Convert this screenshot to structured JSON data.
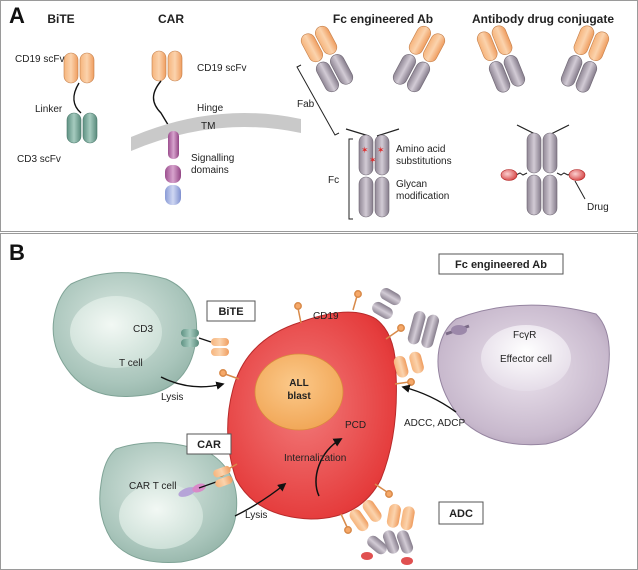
{
  "panelA": {
    "letter": "A",
    "titles": {
      "bite": "BiTE",
      "car": "CAR",
      "fc": "Fc engineered Ab",
      "adc": "Antibody drug conjugate"
    },
    "labels": {
      "cd19_scfv_bite": "CD19 scFv",
      "linker": "Linker",
      "cd3_scfv": "CD3 scFv",
      "cd19_scfv_car": "CD19 scFv",
      "hinge": "Hinge",
      "tm": "TM",
      "signalling_1": "Signalling",
      "signalling_2": "domains",
      "fab": "Fab",
      "fc": "Fc",
      "amino_1": "Amino acid",
      "amino_2": "substitutions",
      "glycan_1": "Glycan",
      "glycan_2": "modification",
      "drug": "Drug"
    }
  },
  "panelB": {
    "letter": "B",
    "labels": {
      "bite_box": "BiTE",
      "fc_box": "Fc engineered Ab",
      "car_box": "CAR",
      "adc_box": "ADC",
      "cd3": "CD3",
      "t_cell": "T cell",
      "cd19": "CD19",
      "fcyr": "FcγR",
      "effector_cell": "Effector cell",
      "all_1": "ALL",
      "all_2": "blast",
      "pcd": "PCD",
      "internalization": "Internalization",
      "lysis_top": "Lysis",
      "lysis_bottom": "Lysis",
      "adcc": "ADCC, ADCP",
      "car_t_cell": "CAR T cell"
    }
  }
}
